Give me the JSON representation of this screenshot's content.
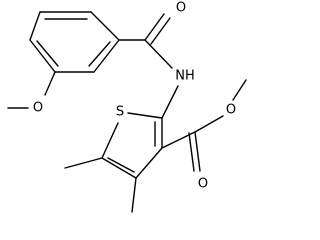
{
  "molecule": {
    "atoms": {
      "O1": "O",
      "NH": "NH",
      "S": "S",
      "O2": "O",
      "O3": "O",
      "O4": "O"
    }
  }
}
